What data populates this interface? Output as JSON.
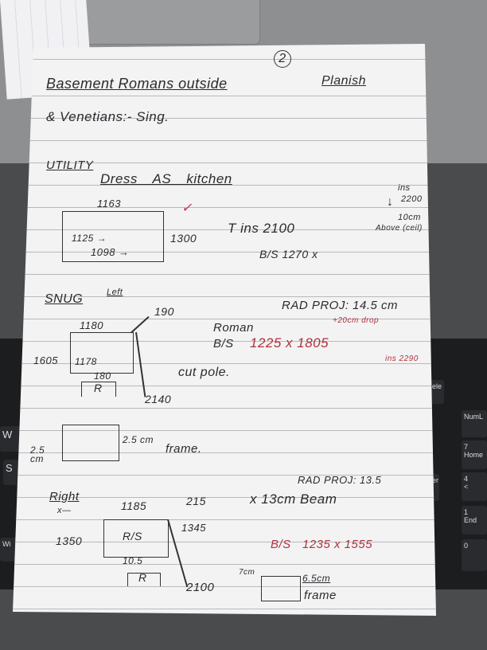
{
  "keyboard": {
    "left_keys": [
      "W",
      "S",
      "Wi"
    ],
    "right_keys": [
      "ele",
      "NumL",
      "7\nHome",
      "4\n<",
      "1\nEnd",
      "0",
      "er"
    ]
  },
  "notes": {
    "page_number": "2",
    "title": "Basement Romans outside",
    "title_right": "Planish",
    "subtitle": "& Venetians:- Sing.",
    "utility": {
      "heading": "UTILITY",
      "note": "Dress AS kitchen",
      "width_top": "1163",
      "inner_1": "1125 →",
      "inner_2": "1098 →",
      "height": "1300",
      "tick": "✓",
      "t_ins": "T ins 2100",
      "bs": "B/S 1270 x",
      "ins_label": "ins",
      "ins_value": "2200",
      "arrow": "↓",
      "above": "10cm",
      "above_2": "Above (ceil)"
    },
    "snug": {
      "heading": "SNUG",
      "side": "Left",
      "diag": "190",
      "width_top": "1180",
      "height": "1605",
      "inner": "1178",
      "rad_width": "180",
      "rad": "R",
      "drop": "2140",
      "rad_proj": "RAD PROJ: 14.5 cm",
      "drop_note": "+20cm drop",
      "roman": "Roman",
      "bs_label": "B/S",
      "bs_size": "1225 x 1805",
      "ins": "ins 2290",
      "cut": "cut pole.",
      "frame_left": "2.5 cm",
      "frame_right": "2.5 cm",
      "frame": "frame."
    },
    "right": {
      "heading": "Right",
      "mark": "x—",
      "width_top": "1185",
      "diag": "215",
      "rs": "R/S",
      "height_left": "1350",
      "height_right": "1345",
      "bottom": "10.5",
      "rad": "R",
      "drop": "2100",
      "rad_proj": "RAD PROJ: 13.5",
      "beam": "x 13cm Beam",
      "bs_label": "B/S",
      "bs_size": "1235 x 1555",
      "frame_top": "7cm",
      "frame_right": "6.5cm",
      "frame": "frame"
    }
  }
}
